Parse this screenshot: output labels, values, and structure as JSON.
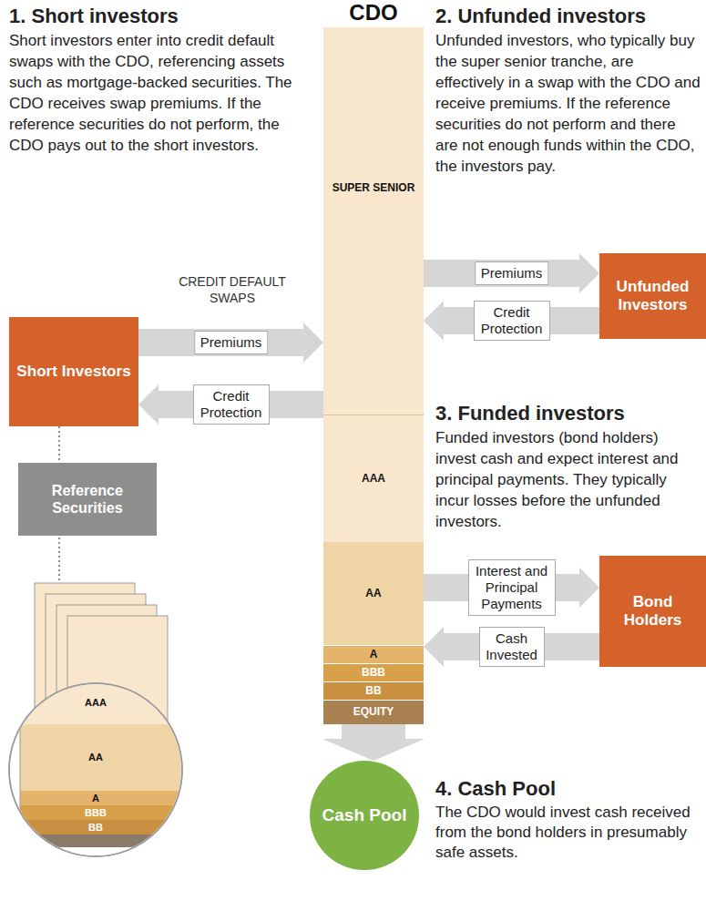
{
  "diagram": {
    "nodes": [
      {
        "text": [
          "CDO"
        ]
      },
      {
        "text": [
          "SUPER SENIOR"
        ],
        "in": 0
      },
      {
        "text": [
          "AAA"
        ],
        "in": 0
      },
      {
        "text": [
          "AA"
        ],
        "in": 0
      },
      {
        "text": [
          "A"
        ],
        "in": 0
      },
      {
        "text": [
          "BBB"
        ],
        "in": 0
      },
      {
        "text": [
          "BB"
        ],
        "in": 0
      },
      {
        "text": [
          "EQUITY"
        ],
        "in": 0
      },
      {
        "text": [
          "Short Investors"
        ]
      },
      {
        "text": [
          "Unfunded Investors"
        ]
      },
      {
        "text": [
          "Bond Holders"
        ]
      },
      {
        "text": [
          "Reference Securities"
        ]
      },
      {
        "text": [
          "Cash Pool"
        ]
      }
    ],
    "edges": [
      {
        "from": 8,
        "to": 0,
        "label": "Premiums",
        "arrow": "to"
      },
      {
        "from": 0,
        "to": 8,
        "label": "Credit Protection",
        "arrow": "to"
      },
      {
        "from": 0,
        "to": 9,
        "label": "Premiums",
        "arrow": "to"
      },
      {
        "from": 9,
        "to": 0,
        "label": "Credit Protection",
        "arrow": "to"
      },
      {
        "from": 0,
        "to": 10,
        "label": "Interest and Principal Payments",
        "arrow": "to"
      },
      {
        "from": 10,
        "to": 0,
        "label": "Cash Invested",
        "arrow": "to"
      },
      {
        "from": 0,
        "to": 12,
        "arrow": "to"
      },
      {
        "from": 8,
        "to": 11,
        "arrow": "none"
      }
    ],
    "labels": [
      "1. Short investors",
      "Short investors enter into credit default swaps with the CDO, referencing assets such as mortgage-backed securities. The CDO receives swap premiums. If the reference securities do not perform, the CDO pays out to the short investors.",
      "2. Unfunded investors",
      "Unfunded investors, who typically buy the super senior tranche, are effectively in a swap with the CDO and receive premiums. If the reference securities do not perform and there are not enough funds within the CDO, the investors pay.",
      "CREDIT DEFAULT SWAPS",
      "3. Funded investors",
      "Funded investors (bond holders) invest cash and expect interest and principal payments. They typically incur losses before the unfunded investors.",
      "4. Cash Pool",
      "The CDO would invest cash received from the bond holders in presumably safe assets.",
      "AAA",
      "AA",
      "A",
      "BBB",
      "BB"
    ]
  }
}
